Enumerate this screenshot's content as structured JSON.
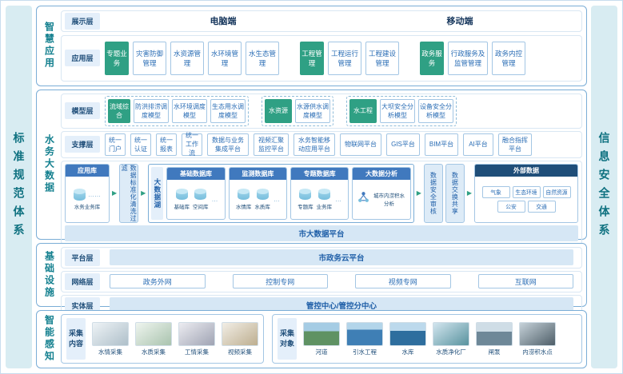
{
  "side": {
    "left": "标准规范体系",
    "right": "信息安全体系"
  },
  "icons": {
    "arrow": "▶",
    "dots": "…",
    "app_dots": "……"
  },
  "smart_app": {
    "label": "智慧应用",
    "display": {
      "label": "展示层",
      "pc": "电脑端",
      "mobile": "移动端"
    },
    "app": {
      "label": "应用层",
      "groups": [
        {
          "head": "专题业务",
          "items": [
            "灾害防御管理",
            "水资源管理",
            "水环境管理",
            "水生态管理"
          ]
        },
        {
          "head": "工程管理",
          "items": [
            "工程运行管理",
            "工程建设管理"
          ]
        },
        {
          "head": "政务服务",
          "items": [
            "行政服务及监管管理",
            "政务内控管理"
          ]
        }
      ]
    }
  },
  "big_data": {
    "label": "水务大数据",
    "model": {
      "label": "模型层",
      "groups": [
        {
          "head": "流域综合",
          "items": [
            "防洪排涝调度模型",
            "水环境调度模型",
            "生态用水调度模型"
          ]
        },
        {
          "head": "水资源",
          "items": [
            "水源供水调度模型"
          ]
        },
        {
          "head": "水工程",
          "items": [
            "大坝安全分析模型",
            "设备安全分析模型"
          ]
        }
      ]
    },
    "support": {
      "label": "支撑层",
      "items": [
        "统一门户",
        "统一认证",
        "统一报表",
        "统一工作流",
        "数据与业务集成平台",
        "视频汇聚监控平台",
        "水务智能移动应用平台",
        "物联网平台",
        "GIS平台",
        "BIM平台",
        "AI平台",
        "融合指挥平台"
      ]
    },
    "pipeline": {
      "app_db": {
        "title": "应用库",
        "caption": "水务业务库"
      },
      "clean": "数据标准化清洗过滤",
      "lake": {
        "label": "大数据湖",
        "dbs": [
          {
            "title": "基础数据库",
            "cylinders": [
              "基础库",
              "空间库"
            ]
          },
          {
            "title": "监测数据库",
            "cylinders": [
              "水情库",
              "水质库"
            ]
          },
          {
            "title": "专题数据库",
            "cylinders": [
              "专题库",
              "业务库"
            ]
          }
        ],
        "analysis": {
          "title": "大数据分析",
          "caption": "城市内涝积水分析"
        }
      },
      "audit": "数据安全审核",
      "share": "数据交换共享",
      "external": {
        "title": "外部数据",
        "items": [
          "气象",
          "生态环境",
          "自然资源",
          "公安",
          "交通"
        ]
      }
    },
    "platform_bar": "市大数据平台"
  },
  "infra": {
    "label": "基础设施",
    "platform": {
      "label": "平台层",
      "value": "市政务云平台"
    },
    "network": {
      "label": "网络层",
      "items": [
        "政务外网",
        "控制专网",
        "视频专网",
        "互联网"
      ]
    },
    "entity": {
      "label": "实体层",
      "value": "管控中心/管控分中心"
    }
  },
  "sensing": {
    "label": "智能感知",
    "content": {
      "label": "采集内容",
      "items": [
        "水情采集",
        "水质采集",
        "工情采集",
        "视频采集"
      ]
    },
    "objects": {
      "label": "采集对象",
      "items": [
        "河道",
        "引水工程",
        "水库",
        "水质净化厂",
        "闸泵",
        "内涝积水点"
      ]
    }
  }
}
